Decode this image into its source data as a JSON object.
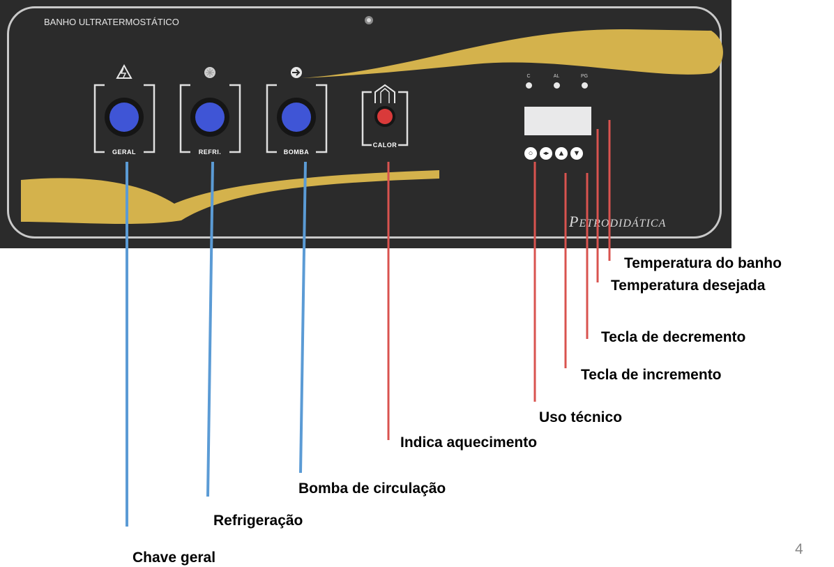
{
  "panel": {
    "title": "BANHO ULTRATERMOSTÁTICO",
    "brand_initial": "P",
    "brand_rest": "ETRODIDÁTICA",
    "controls": [
      {
        "label": "GERAL",
        "icon": "lightning-icon",
        "button_color": "#3f55d6"
      },
      {
        "label": "REFRI.",
        "icon": "snowflake-icon",
        "button_color": "#3f55d6"
      },
      {
        "label": "BOMBA",
        "icon": "arrow-right-icon",
        "button_color": "#3f55d6"
      },
      {
        "label": "CALOR",
        "icon": "heat-icon",
        "button_color": "#d93a3a"
      }
    ],
    "leds": [
      "C",
      "AL",
      "PG"
    ],
    "keys": [
      {
        "icon": "circle-key-icon",
        "symbol": "○"
      },
      {
        "icon": "left-right-key-icon",
        "symbol": "◂▸"
      },
      {
        "icon": "up-key-icon",
        "symbol": "▲"
      },
      {
        "icon": "down-key-icon",
        "symbol": "▼"
      }
    ]
  },
  "callouts": {
    "chave_geral": "Chave geral",
    "refrigeracao": "Refrigeração",
    "bomba_circulacao": "Bomba de circulação",
    "indica_aquecimento": "Indica aquecimento",
    "uso_tecnico": "Uso técnico",
    "tecla_incremento": "Tecla de incremento",
    "tecla_decremento": "Tecla de decremento",
    "temperatura_desejada": "Temperatura desejada",
    "temperatura_banho": "Temperatura do banho"
  },
  "colors": {
    "panel_bg": "#2b2b2b",
    "accent_gold": "#d4b24c",
    "blue_leader": "#5b9bd5",
    "red_leader": "#d9534f"
  },
  "page_number": "4"
}
